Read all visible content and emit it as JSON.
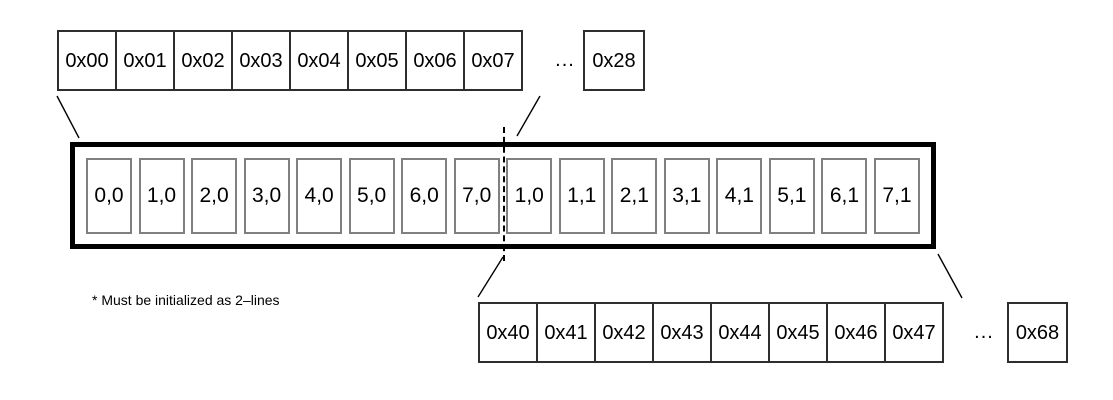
{
  "top_row": {
    "cells": [
      "0x00",
      "0x01",
      "0x02",
      "0x03",
      "0x04",
      "0x05",
      "0x06",
      "0x07"
    ],
    "ellipsis": "...",
    "tail_cell": "0x28"
  },
  "buffer": {
    "cells": [
      "0,0",
      "1,0",
      "2,0",
      "3,0",
      "4,0",
      "5,0",
      "6,0",
      "7,0",
      "1,0",
      "1,1",
      "2,1",
      "3,1",
      "4,1",
      "5,1",
      "6,1",
      "7,1"
    ]
  },
  "bottom_row": {
    "cells": [
      "0x40",
      "0x41",
      "0x42",
      "0x43",
      "0x44",
      "0x45",
      "0x46",
      "0x47"
    ],
    "ellipsis": "...",
    "tail_cell": "0x68"
  },
  "footnote": "* Must be initialized as 2–lines",
  "colors": {
    "outer_border": "#000000",
    "inner_cell_border": "#808080",
    "address_box_border": "#2e2e2e",
    "background": "#ffffff"
  }
}
